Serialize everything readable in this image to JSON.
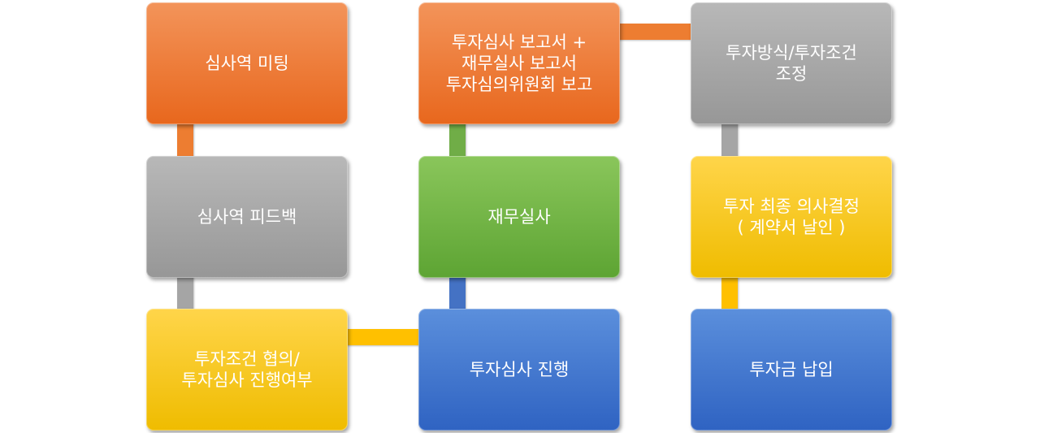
{
  "diagram": {
    "nodes": [
      {
        "id": "review-meeting",
        "label": "심사역 미팅",
        "color": "#ed7d31"
      },
      {
        "id": "review-feedback",
        "label": "심사역 피드백",
        "color": "#a5a5a5"
      },
      {
        "id": "terms-negotiation",
        "label": "투자조건 협의/\n투자심사 진행여부",
        "color": "#ffc000"
      },
      {
        "id": "investment-review",
        "label": "투자심사 진행",
        "color": "#4472c4"
      },
      {
        "id": "financial-due-diligence",
        "label": "재무실사",
        "color": "#70ad47"
      },
      {
        "id": "committee-report",
        "label": "투자심사 보고서 +\n재무실사 보고서\n투자심의위원회 보고",
        "color": "#ed7d31"
      },
      {
        "id": "terms-adjustment",
        "label": "투자방식/투자조건\n조정",
        "color": "#a5a5a5"
      },
      {
        "id": "final-decision",
        "label": "투자 최종 의사결정\n( 계약서 날인 )",
        "color": "#ffc000"
      },
      {
        "id": "payment",
        "label": "투자금 납입",
        "color": "#4472c4"
      }
    ],
    "connectors": [
      {
        "from": "review-meeting",
        "to": "review-feedback",
        "color": "#ed7d31"
      },
      {
        "from": "review-feedback",
        "to": "terms-negotiation",
        "color": "#a5a5a5"
      },
      {
        "from": "terms-negotiation",
        "to": "investment-review",
        "color": "#ffc000"
      },
      {
        "from": "investment-review",
        "to": "financial-due-diligence",
        "color": "#4472c4"
      },
      {
        "from": "financial-due-diligence",
        "to": "committee-report",
        "color": "#70ad47"
      },
      {
        "from": "committee-report",
        "to": "terms-adjustment",
        "color": "#ed7d31"
      },
      {
        "from": "terms-adjustment",
        "to": "final-decision",
        "color": "#a5a5a5"
      },
      {
        "from": "final-decision",
        "to": "payment",
        "color": "#ffc000"
      }
    ]
  }
}
